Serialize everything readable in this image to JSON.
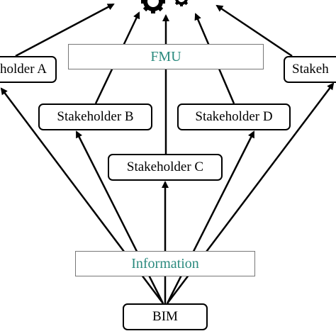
{
  "diagram": {
    "stakeholders": {
      "a": "holder A",
      "b": "Stakeholder B",
      "c": "Stakeholder C",
      "d": "Stakeholder D",
      "e": "Stakeh"
    },
    "fmu_label": "FMU",
    "information_label": "Information",
    "bim_label": "BIM",
    "colors": {
      "band_text": "#2a8a7e",
      "band_border": "#777777",
      "stroke": "#000000"
    },
    "icons": [
      "gear-icon",
      "gear-icon"
    ]
  }
}
